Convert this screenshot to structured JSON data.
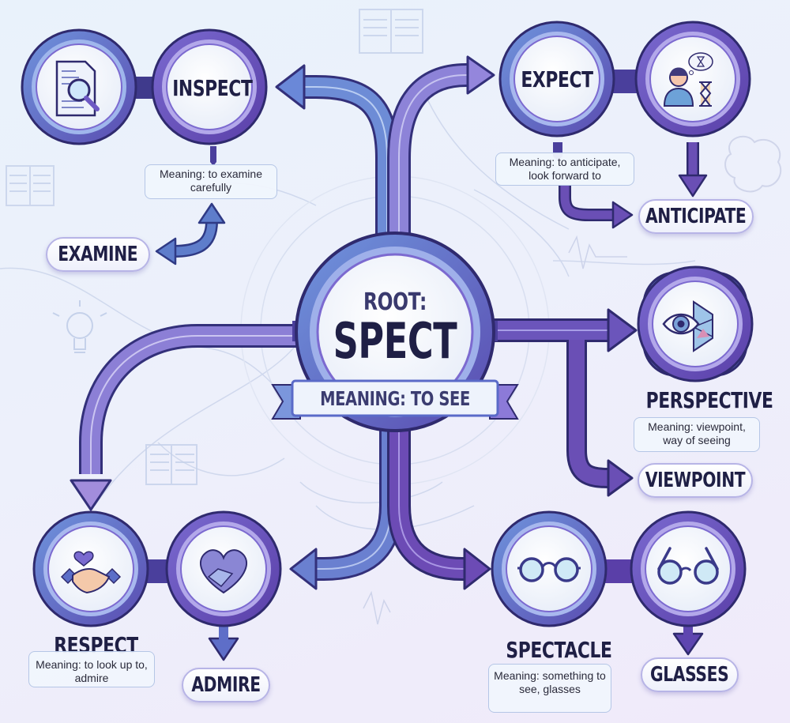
{
  "root": {
    "prefix": "ROOT:",
    "word": "SPECT",
    "ribbon": "MEANING: TO SEE"
  },
  "nodes": {
    "inspect": {
      "word": "INSPECT",
      "icon": "document-magnifier-icon",
      "meaning": "Meaning: to examine carefully",
      "related": "EXAMINE"
    },
    "expect": {
      "word": "EXPECT",
      "icon": "person-thinking-hourglass-icon",
      "meaning": "Meaning: to anticipate, look forward to",
      "related": "ANTICIPATE"
    },
    "perspective": {
      "word": "PERSPECTIVE",
      "icon": "eye-prism-icon",
      "meaning": "Meaning: viewpoint, way of seeing",
      "related": "VIEWPOINT"
    },
    "respect": {
      "word": "RESPECT",
      "icon": "handshake-heart-icon",
      "meaning": "Meaning: to look up to, admire",
      "related": "ADMIRE",
      "related_icon": "heart-handshake-icon"
    },
    "spectacle": {
      "word": "SPECTACLE",
      "icon": "round-glasses-icon",
      "meaning": "Meaning: something to see, glasses",
      "related": "GLASSES",
      "related_icon": "glasses-icon"
    }
  },
  "colors": {
    "blue": "#5b7fd0",
    "purple": "#6a4fb5",
    "dark_outline": "#2f2a6e",
    "text": "#1f1f45",
    "background": "#ecf0fb"
  }
}
